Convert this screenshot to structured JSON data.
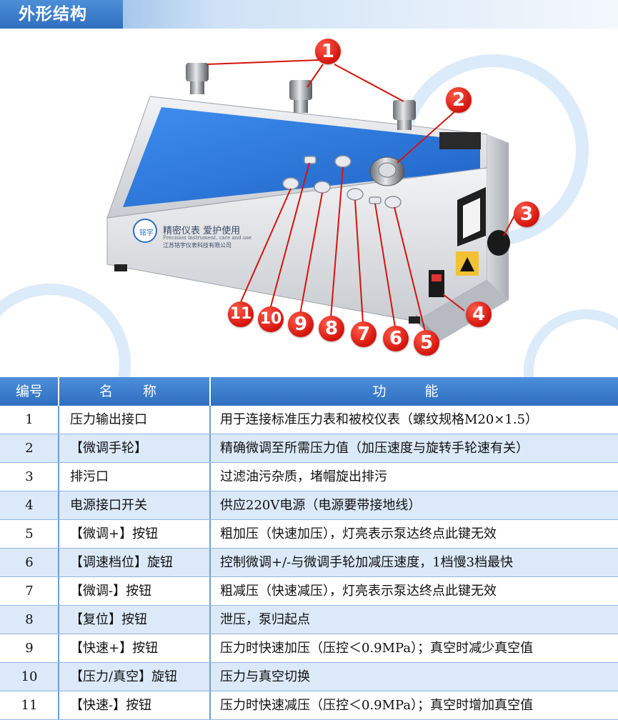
{
  "section_title": "外形结构",
  "device_label": {
    "logo_text": "铭宇",
    "slogan": "精密仪表 爱护使用",
    "slogan_en": "Precision instrument, care and use",
    "company": "江苏铭宇仪表科技有限公司"
  },
  "callouts": [
    "1",
    "2",
    "3",
    "4",
    "5",
    "6",
    "7",
    "8",
    "9",
    "10",
    "11"
  ],
  "table": {
    "headers": {
      "no": "编号",
      "name": "名 称",
      "function": "功 能"
    },
    "rows": [
      {
        "no": "1",
        "name": "压力输出接口",
        "function": "用于连接标准压力表和被校仪表（螺纹规格M20×1.5）"
      },
      {
        "no": "2",
        "name": "【微调手轮】",
        "function": "精确微调至所需压力值（加压速度与旋转手轮速有关）"
      },
      {
        "no": "3",
        "name": "排污口",
        "function": "过滤油污杂质，堵帽旋出排污"
      },
      {
        "no": "4",
        "name": "电源接口开关",
        "function": "供应220V电源（电源要带接地线）"
      },
      {
        "no": "5",
        "name": "【微调+】按钮",
        "function": "粗加压（快速加压），灯亮表示泵达终点此键无效"
      },
      {
        "no": "6",
        "name": "【调速档位】旋钮",
        "function": "控制微调+/-与微调手轮加减压速度，1档慢3档最快"
      },
      {
        "no": "7",
        "name": "【微调-】按钮",
        "function": "粗减压（快速减压），灯亮表示泵达终点此键无效"
      },
      {
        "no": "8",
        "name": "【复位】按钮",
        "function": "泄压，泵归起点"
      },
      {
        "no": "9",
        "name": "【快速+】按钮",
        "function": "压力时快速加压（压控＜0.9MPa）；真空时减少真空值"
      },
      {
        "no": "10",
        "name": "【压力/真空】旋钮",
        "function": "压力与真空切换"
      },
      {
        "no": "11",
        "name": "【快速-】按钮",
        "function": "压力时快速减压（压控＜0.9MPa）；真空时增加真空值"
      }
    ]
  },
  "colors": {
    "header_blue": "#2e6ec0",
    "panel_blue": "#2f7de0",
    "callout_red": "#d4140c",
    "row_alt": "#dbe9f8"
  }
}
